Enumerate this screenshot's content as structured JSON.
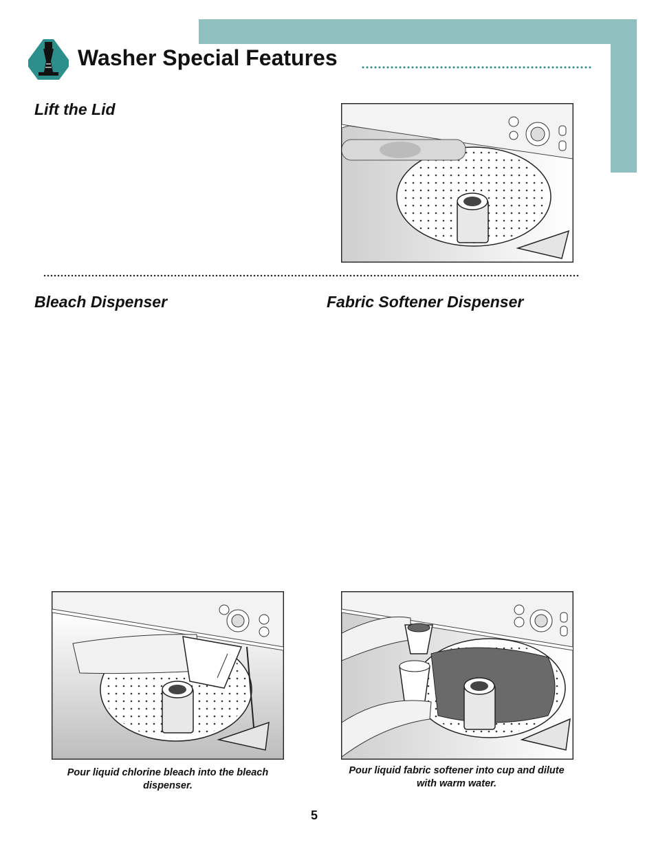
{
  "colors": {
    "accent": "#8fc0bf",
    "logo_teal": "#2c8f8b",
    "ink": "#111111"
  },
  "icons": {
    "logo": "lighthouse-logo-icon"
  },
  "header": {
    "title": "Washer Special Features"
  },
  "sections": {
    "lift": {
      "heading": "Lift the Lid"
    },
    "bleach": {
      "heading": "Bleach Dispenser",
      "caption": "Pour liquid chlorine bleach into the bleach dispenser."
    },
    "softener": {
      "heading": "Fabric Softener Dispenser",
      "caption": "Pour liquid fabric softener into cup and dilute with warm water."
    }
  },
  "footer": {
    "page_number": "5"
  }
}
